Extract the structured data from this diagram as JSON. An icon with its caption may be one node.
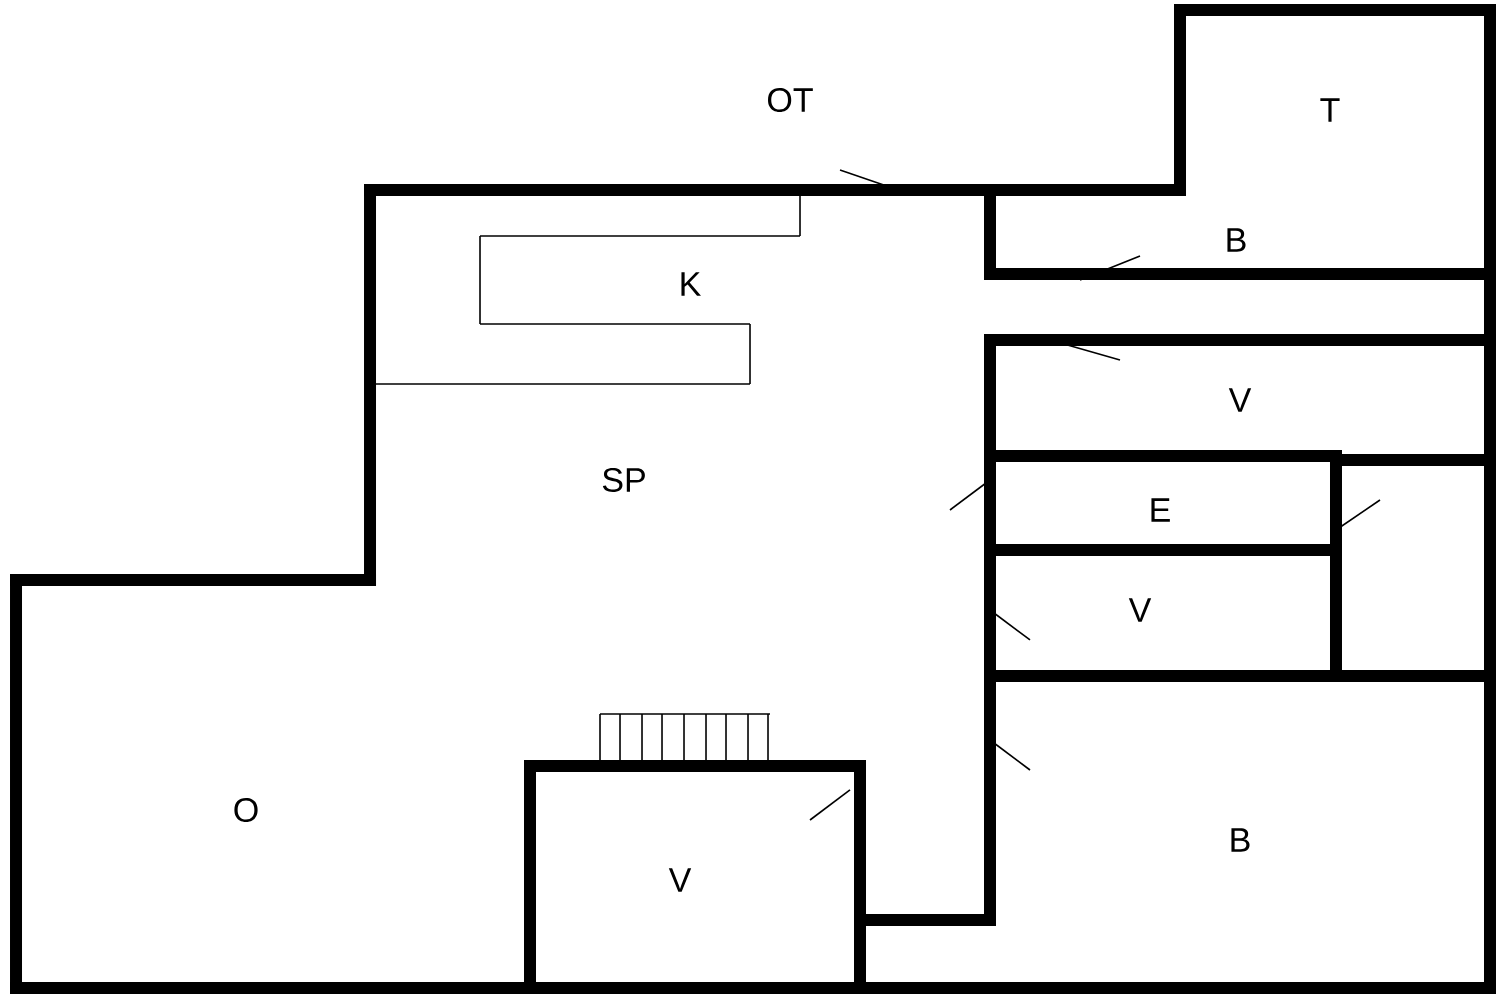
{
  "diagram": {
    "labels": [
      "OT",
      "T",
      "B",
      "K",
      "V",
      "SP",
      "E",
      "V",
      "O",
      "V",
      "B"
    ]
  }
}
